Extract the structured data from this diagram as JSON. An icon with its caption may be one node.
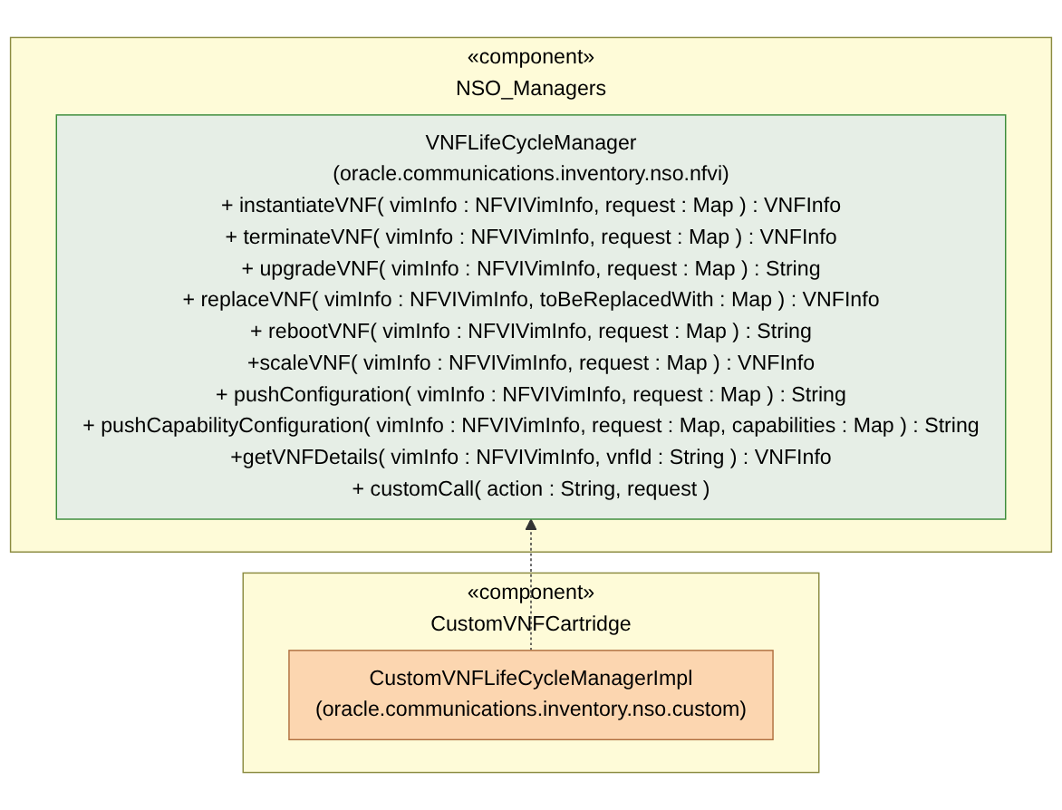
{
  "diagram": {
    "nodes": [
      {
        "text": [
          "«component»",
          "NSO_Managers"
        ]
      },
      {
        "text": [
          "VNFLifeCycleManager",
          "(oracle.communications.inventory.nso.nfvi)",
          "+ instantiateVNF( vimInfo : NFVIVimInfo, request : Map ) : VNFInfo",
          "+ terminateVNF( vimInfo : NFVIVimInfo, request : Map ) : VNFInfo",
          "+ upgradeVNF( vimInfo : NFVIVimInfo, request : Map ) : String",
          "+ replaceVNF( vimInfo : NFVIVimInfo, toBeReplacedWith : Map ) : VNFInfo",
          "+ rebootVNF( vimInfo : NFVIVimInfo, request : Map ) : String",
          "+scaleVNF( vimInfo : NFVIVimInfo, request : Map ) : VNFInfo",
          "+ pushConfiguration( vimInfo : NFVIVimInfo, request : Map ) : String",
          "+ pushCapabilityConfiguration( vimInfo : NFVIVimInfo, request : Map, capabilities : Map ) : String",
          "+getVNFDetails( vimInfo : NFVIVimInfo, vnfId : String ) : VNFInfo",
          "+ customCall( action : String, request )"
        ],
        "in": 0
      },
      {
        "text": [
          "«component»",
          "CustomVNFCartridge"
        ]
      },
      {
        "text": [
          "CustomVNFLifeCycleManagerImpl",
          "(oracle.communications.inventory.nso.custom)"
        ],
        "in": 2
      }
    ],
    "edges": [
      {
        "from": 3,
        "to": 1,
        "arrow": "to",
        "style": "dashed"
      }
    ]
  }
}
